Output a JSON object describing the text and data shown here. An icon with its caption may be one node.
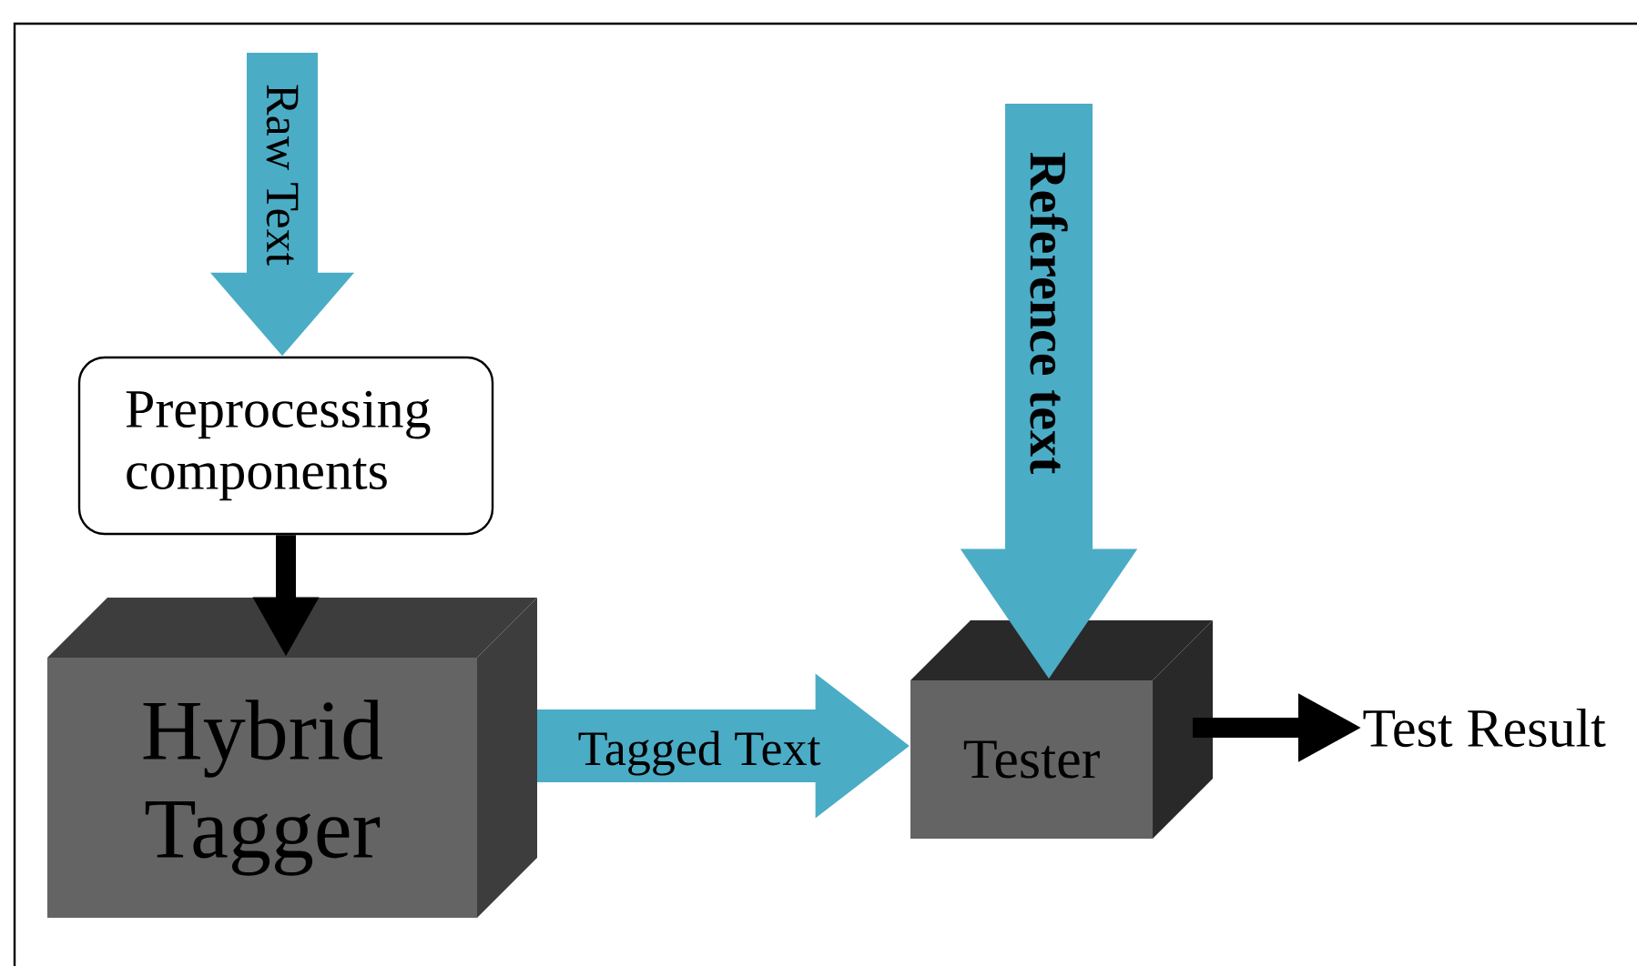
{
  "diagram": {
    "nodes": [
      {
        "text": [
          "Preprocessing components"
        ]
      },
      {
        "text": [
          "Hybrid Tagger"
        ]
      },
      {
        "text": [
          "Tester"
        ]
      },
      {
        "text": [
          "Test Result"
        ]
      }
    ],
    "edges": [
      {
        "from": null,
        "to": 0,
        "arrow": "to",
        "label": "Raw Text",
        "color": "#4bacc6"
      },
      {
        "from": 0,
        "to": 1,
        "arrow": "to",
        "color": "#000000"
      },
      {
        "from": 1,
        "to": 2,
        "arrow": "to",
        "label": "Tagged Text",
        "color": "#4bacc6"
      },
      {
        "from": null,
        "to": 2,
        "arrow": "to",
        "label": "**Reference text**",
        "color": "#4bacc6"
      },
      {
        "from": 2,
        "to": 3,
        "arrow": "to",
        "color": "#000000"
      }
    ]
  }
}
